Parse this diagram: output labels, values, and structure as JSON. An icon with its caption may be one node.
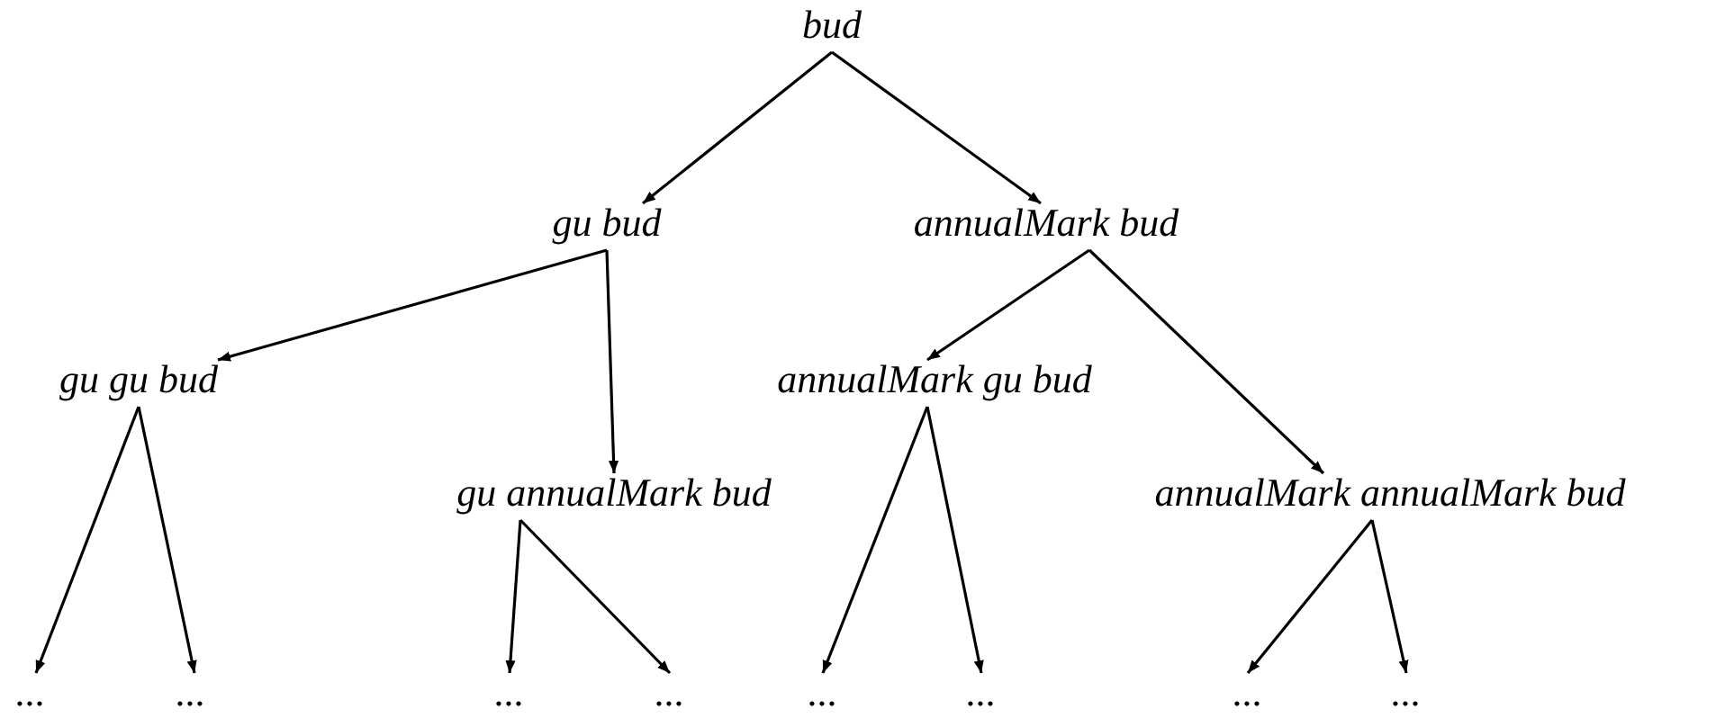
{
  "diagram": {
    "nodes": [
      {
        "text": [
          "bud"
        ]
      },
      {
        "text": [
          "gu bud"
        ]
      },
      {
        "text": [
          "annualMark bud"
        ]
      },
      {
        "text": [
          "gu gu bud"
        ]
      },
      {
        "text": [
          "gu annualMark bud"
        ]
      },
      {
        "text": [
          "annualMark gu bud"
        ]
      },
      {
        "text": [
          "annualMark annualMark bud"
        ]
      },
      {
        "text": [
          "..."
        ]
      },
      {
        "text": [
          "..."
        ]
      },
      {
        "text": [
          "..."
        ]
      },
      {
        "text": [
          "..."
        ]
      },
      {
        "text": [
          "..."
        ]
      },
      {
        "text": [
          "..."
        ]
      },
      {
        "text": [
          "..."
        ]
      },
      {
        "text": [
          "..."
        ]
      }
    ],
    "edges": [
      {
        "from": 0,
        "to": 1,
        "arrow": "to"
      },
      {
        "from": 0,
        "to": 2,
        "arrow": "to"
      },
      {
        "from": 1,
        "to": 3,
        "arrow": "to"
      },
      {
        "from": 1,
        "to": 4,
        "arrow": "to"
      },
      {
        "from": 2,
        "to": 5,
        "arrow": "to"
      },
      {
        "from": 2,
        "to": 6,
        "arrow": "to"
      },
      {
        "from": 3,
        "to": 7,
        "arrow": "to"
      },
      {
        "from": 3,
        "to": 8,
        "arrow": "to"
      },
      {
        "from": 4,
        "to": 9,
        "arrow": "to"
      },
      {
        "from": 4,
        "to": 10,
        "arrow": "to"
      },
      {
        "from": 5,
        "to": 11,
        "arrow": "to"
      },
      {
        "from": 5,
        "to": 12,
        "arrow": "to"
      },
      {
        "from": 6,
        "to": 13,
        "arrow": "to"
      },
      {
        "from": 6,
        "to": 14,
        "arrow": "to"
      }
    ]
  }
}
